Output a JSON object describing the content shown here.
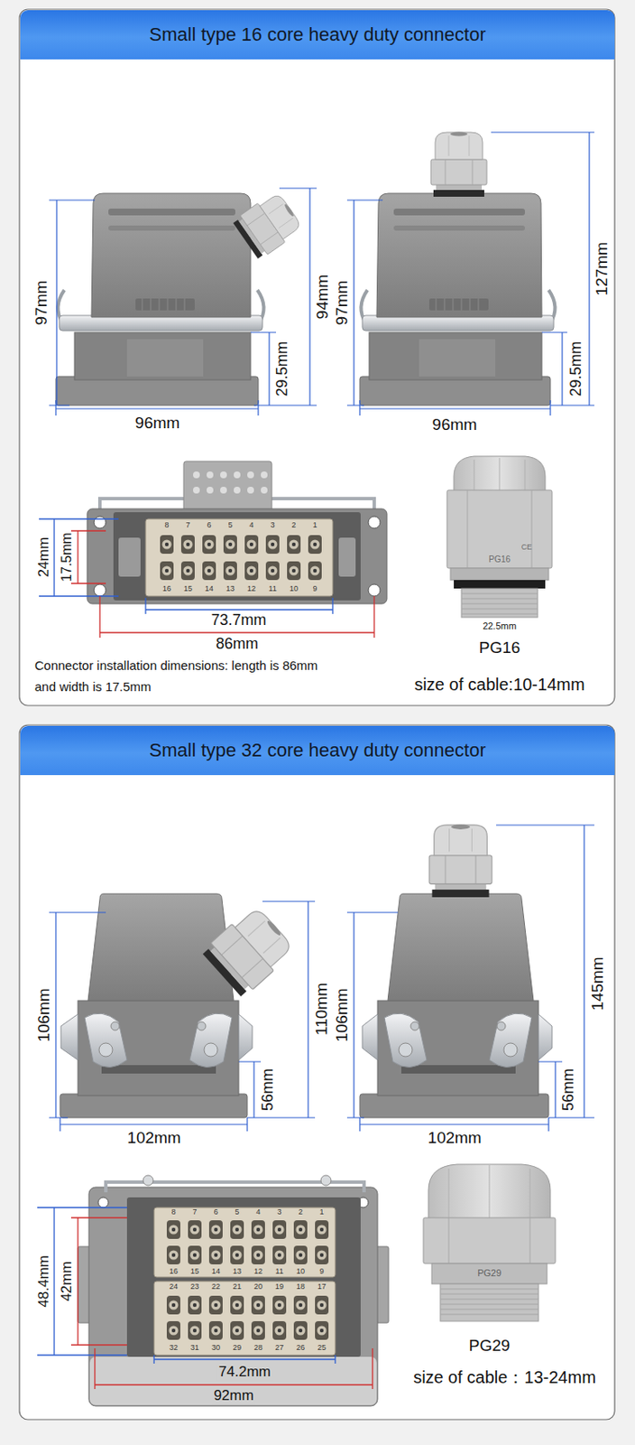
{
  "diagram": {
    "nodes": [
      {
        "text": [
          "Small type 16 core heavy duty connector"
        ]
      },
      {
        "text": [
          "Small type 32 core heavy duty connector"
        ]
      }
    ],
    "labels": [
      "97mm",
      "94mm",
      "29.5mm",
      "96mm",
      "97mm",
      "127mm",
      "29.5mm",
      "96mm",
      "24mm",
      "17.5mm",
      "73.7mm",
      "86mm",
      "Connector installation dimensions: length is 86mm and width is 17.5mm",
      "PG16",
      "CE",
      "22.5mm",
      "PG16",
      "size of cable:10-14mm",
      "106mm",
      "110mm",
      "56mm",
      "102mm",
      "106mm",
      "145mm",
      "56mm",
      "102mm",
      "48.4mm",
      "42mm",
      "74.2mm",
      "92mm",
      "PG29",
      "PG29",
      "size of cable：13-24mm",
      "8",
      "7",
      "6",
      "5",
      "4",
      "3",
      "2",
      "1",
      "16",
      "15",
      "14",
      "13",
      "12",
      "11",
      "10",
      "9",
      "8",
      "7",
      "6",
      "5",
      "4",
      "3",
      "2",
      "1",
      "16",
      "15",
      "14",
      "13",
      "12",
      "11",
      "10",
      "9",
      "24",
      "23",
      "22",
      "21",
      "20",
      "19",
      "18",
      "17",
      "32",
      "31",
      "30",
      "29",
      "28",
      "27",
      "26",
      "25"
    ]
  }
}
